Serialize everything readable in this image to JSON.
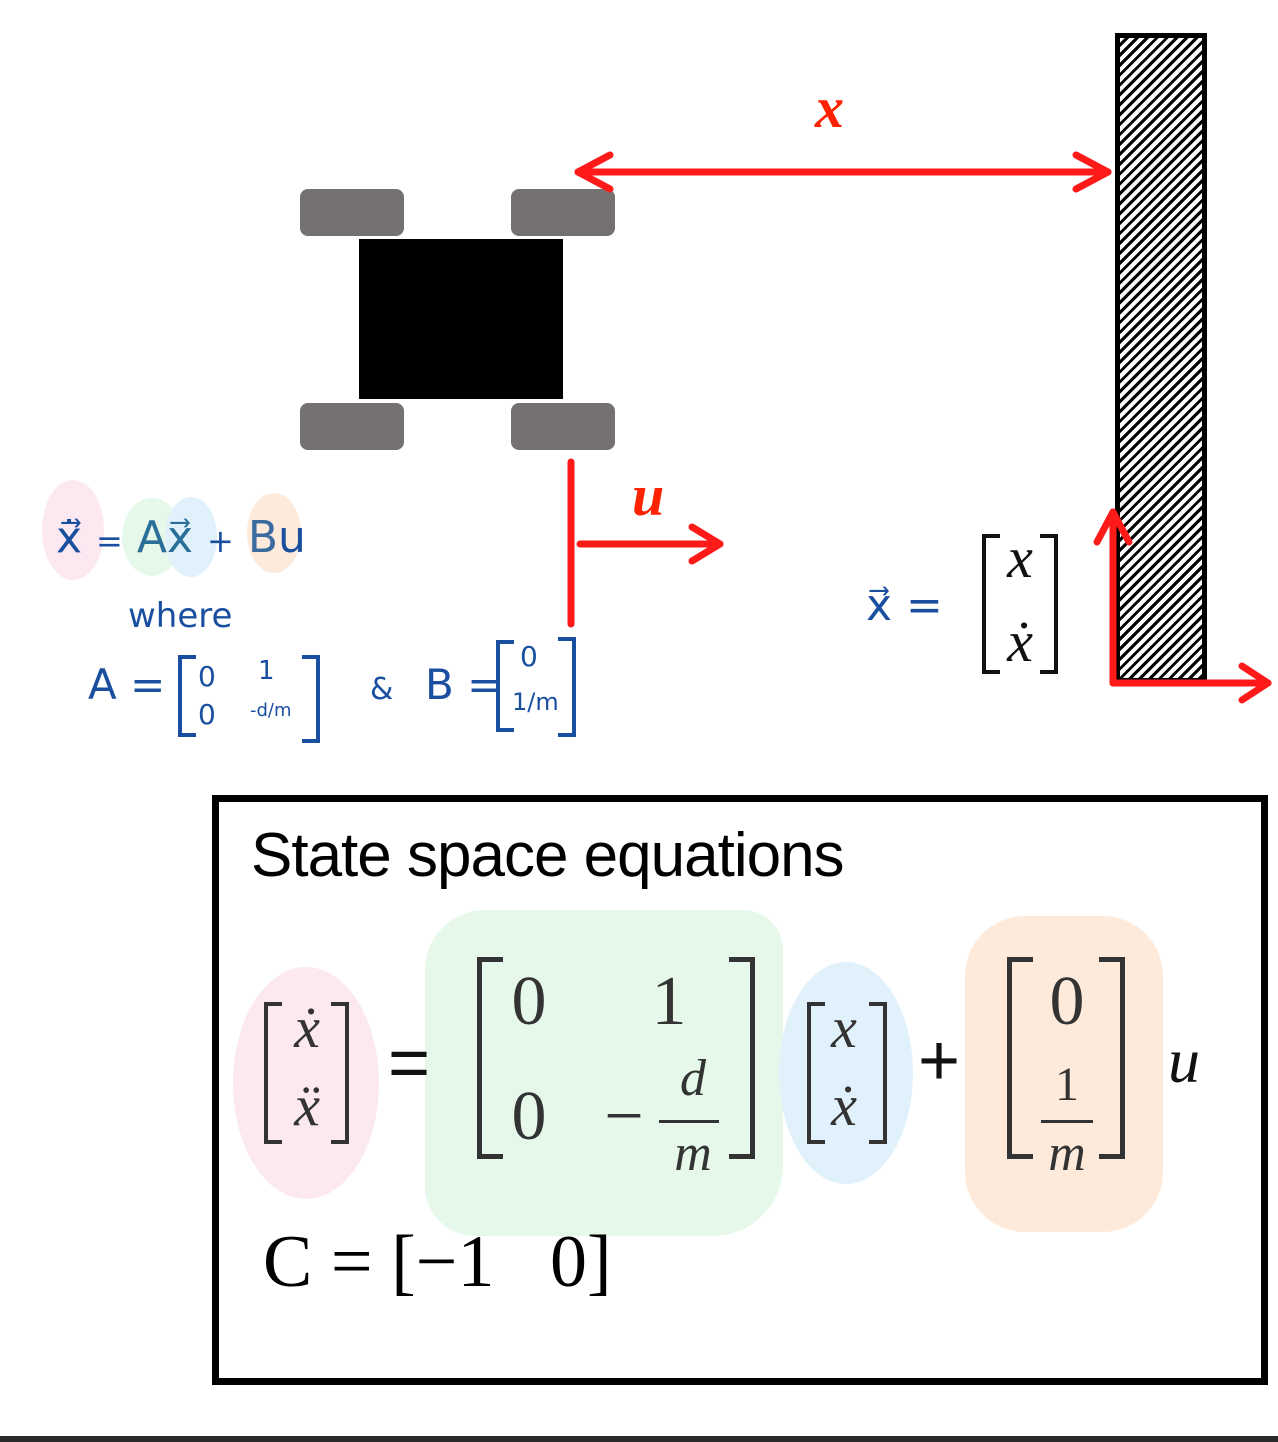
{
  "diagram": {
    "title": "State space equations",
    "labels": {
      "distance": "x",
      "input": "u"
    },
    "colors": {
      "arrow": "#ff1a1a",
      "label_red": "#ff2200",
      "handwriting": "#1a4fa0",
      "wheel": "#767171",
      "chassis": "#000000",
      "highlight_pink": "#fbe8f1",
      "highlight_green": "#e6f8ea",
      "highlight_blue": "#e0f1fb",
      "highlight_orange": "#fdeadb"
    },
    "handwritten": {
      "equation": {
        "lhs": "ẋ⃗",
        "eq": "=",
        "A": "A",
        "x": "x⃗",
        "plus": "+",
        "B": "B",
        "u": "u"
      },
      "where": "where",
      "A_label": "A =",
      "A_matrix": [
        [
          "0",
          "1"
        ],
        [
          "0",
          "-d/m"
        ]
      ],
      "and": "&",
      "B_label": "B =",
      "B_matrix": [
        [
          "0"
        ],
        [
          "1/m"
        ]
      ]
    },
    "state_vector": {
      "label": "x⃗ =",
      "entries": [
        "x",
        "ẋ"
      ]
    },
    "equation_box": {
      "lhs": [
        "ẋ",
        "ẍ"
      ],
      "equals": "=",
      "A": {
        "r1": [
          "0",
          "1"
        ],
        "r2_c1": "0",
        "r2_c2_sign": "−",
        "r2_c2_num": "d",
        "r2_c2_den": "m"
      },
      "x": [
        "x",
        "ẋ"
      ],
      "plus": "+",
      "B": {
        "r1": "0",
        "r2_num": "1",
        "r2_den": "m"
      },
      "u": "u",
      "C": "C = [−1   0]"
    }
  }
}
